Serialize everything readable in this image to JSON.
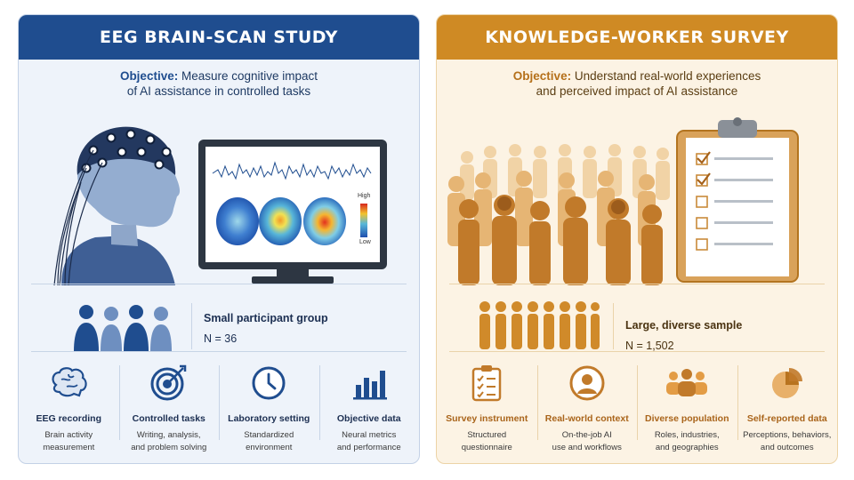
{
  "left": {
    "title": "EEG BRAIN-SCAN STUDY",
    "objective_label": "Objective:",
    "objective_line1": "Measure cognitive impact",
    "objective_line2": "of AI assistance in controlled tasks",
    "colorbar_high": "High",
    "colorbar_low": "Low",
    "sample_title": "Small participant group",
    "sample_n": "N = 36",
    "features": [
      {
        "title": "EEG recording",
        "desc1": "Brain activity",
        "desc2": "measurement",
        "icon": "brain-icon"
      },
      {
        "title": "Controlled tasks",
        "desc1": "Writing, analysis,",
        "desc2": "and problem solving",
        "icon": "target-icon"
      },
      {
        "title": "Laboratory setting",
        "desc1": "Standardized",
        "desc2": "environment",
        "icon": "clock-icon"
      },
      {
        "title": "Objective data",
        "desc1": "Neural metrics",
        "desc2": "and performance",
        "icon": "bar-chart-icon"
      }
    ],
    "colors": {
      "accent": "#1f4d8f",
      "panel": "#eef3fa"
    }
  },
  "right": {
    "title": "KNOWLEDGE-WORKER SURVEY",
    "objective_label": "Objective:",
    "objective_line1": "Understand real-world experiences",
    "objective_line2": "and perceived impact of AI assistance",
    "sample_title": "Large, diverse sample",
    "sample_n": "N = 1,502",
    "features": [
      {
        "title": "Survey instrument",
        "desc1": "Structured",
        "desc2": "questionnaire",
        "icon": "clipboard-checklist-icon"
      },
      {
        "title": "Real-world context",
        "desc1": "On-the-job AI",
        "desc2": "use and workflows",
        "icon": "person-circle-icon"
      },
      {
        "title": "Diverse population",
        "desc1": "Roles, industries,",
        "desc2": "and geographies",
        "icon": "group-icon"
      },
      {
        "title": "Self-reported data",
        "desc1": "Perceptions, behaviors,",
        "desc2": "and outcomes",
        "icon": "pie-chart-icon"
      }
    ],
    "colors": {
      "accent": "#cf8a24",
      "panel": "#fcf3e4"
    }
  }
}
